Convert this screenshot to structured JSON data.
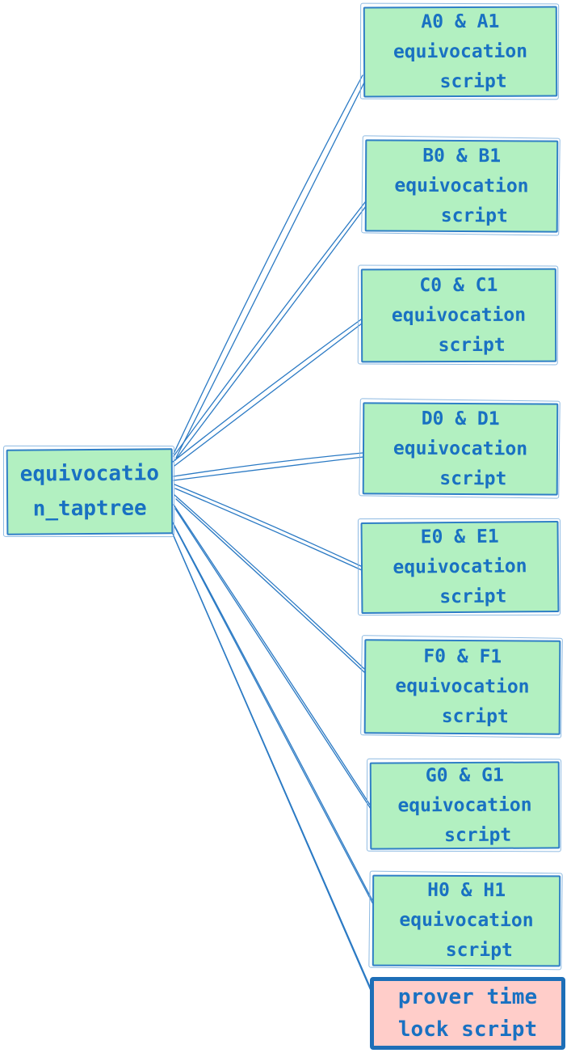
{
  "diagram": {
    "title": "equivocation taptree diagram",
    "colors": {
      "leaf_fill": "#b2f0c1",
      "timelock_fill": "#ffcdc9",
      "stroke_blue": "#2f7fc6",
      "text_blue": "#1971c2",
      "background": "#ffffff"
    },
    "root": {
      "id": "equivocation_taptree",
      "label": "equivocation_taptree",
      "lines": [
        "equivocatio",
        "n_taptree"
      ]
    },
    "leaves": [
      {
        "id": "A",
        "label": "A0 & A1 equivocation script",
        "lines": [
          "A0 & A1",
          "equivocation",
          "script"
        ]
      },
      {
        "id": "B",
        "label": "B0 & B1 equivocation script",
        "lines": [
          "B0 & B1",
          "equivocation",
          "script"
        ]
      },
      {
        "id": "C",
        "label": "C0 & C1 equivocation script",
        "lines": [
          "C0 & C1",
          "equivocation",
          "script"
        ]
      },
      {
        "id": "D",
        "label": "D0 & D1 equivocation script",
        "lines": [
          "D0 & D1",
          "equivocation",
          "script"
        ]
      },
      {
        "id": "E",
        "label": "E0 & E1 equivocation script",
        "lines": [
          "E0 & E1",
          "equivocation",
          "script"
        ]
      },
      {
        "id": "F",
        "label": "F0 & F1 equivocation script",
        "lines": [
          "F0 & F1",
          "equivocation",
          "script"
        ]
      },
      {
        "id": "G",
        "label": "G0 & G1 equivocation script",
        "lines": [
          "G0 & G1",
          "equivocation",
          "script"
        ]
      },
      {
        "id": "H",
        "label": "H0 & H1 equivocation script",
        "lines": [
          "H0 & H1",
          "equivocation",
          "script"
        ]
      }
    ],
    "timelock": {
      "id": "prover_timelock",
      "label": "prover time lock script",
      "lines": [
        "prover time",
        "lock script"
      ]
    },
    "edges": [
      {
        "from": "equivocation_taptree",
        "to": "A"
      },
      {
        "from": "equivocation_taptree",
        "to": "B"
      },
      {
        "from": "equivocation_taptree",
        "to": "C"
      },
      {
        "from": "equivocation_taptree",
        "to": "D"
      },
      {
        "from": "equivocation_taptree",
        "to": "E"
      },
      {
        "from": "equivocation_taptree",
        "to": "F"
      },
      {
        "from": "equivocation_taptree",
        "to": "G"
      },
      {
        "from": "equivocation_taptree",
        "to": "H"
      },
      {
        "from": "equivocation_taptree",
        "to": "prover_timelock"
      }
    ]
  }
}
